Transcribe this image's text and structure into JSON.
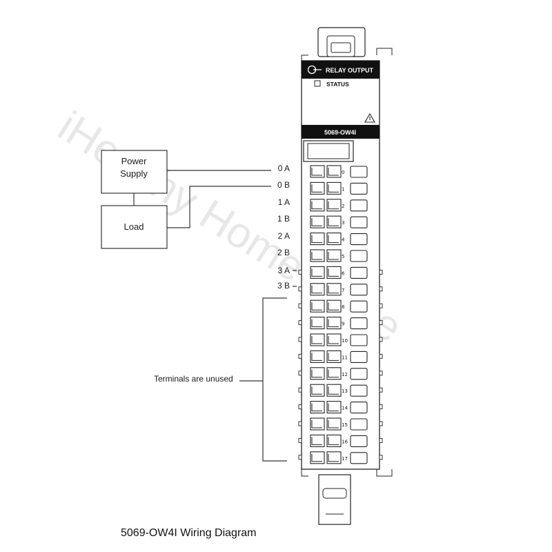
{
  "diagram": {
    "caption": "5069-OW4I Wiring Diagram",
    "watermark": "iHealthy Home Store",
    "boxes": {
      "power_supply_line1": "Power",
      "power_supply_line2": "Supply",
      "load": "Load"
    },
    "terminal_labels": [
      "0 A",
      "0 B",
      "1 A",
      "1 B",
      "2 A",
      "2 B",
      "3 A",
      "3 B"
    ],
    "unused_note": "Terminals are unused",
    "module": {
      "header": "RELAY OUTPUT",
      "status": "STATUS",
      "model": "5069-OW4I",
      "terminal_numbers": [
        "0",
        "1",
        "2",
        "3",
        "4",
        "5",
        "6",
        "7",
        "8",
        "9",
        "10",
        "11",
        "12",
        "13",
        "14",
        "15",
        "16",
        "17"
      ]
    }
  }
}
